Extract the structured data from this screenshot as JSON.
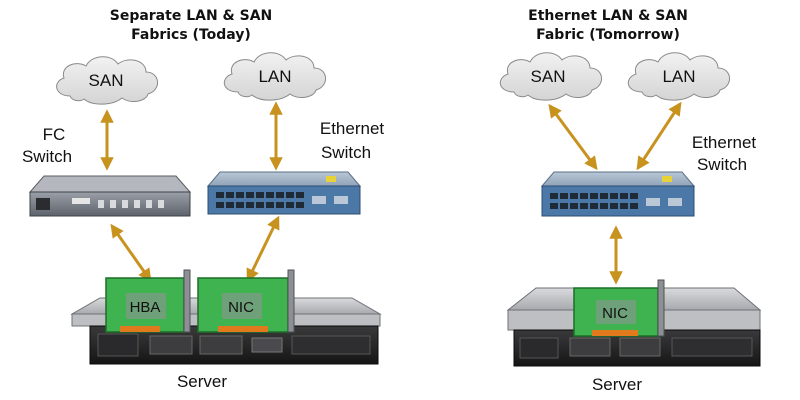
{
  "left": {
    "title_line1": "Separate LAN & SAN",
    "title_line2": "Fabrics (Today)",
    "san_cloud": "SAN",
    "lan_cloud": "LAN",
    "fc_switch_line1": "FC",
    "fc_switch_line2": "Switch",
    "ethernet_switch_line1": "Ethernet",
    "ethernet_switch_line2": "Switch",
    "hba_card": "HBA",
    "nic_card": "NIC",
    "server": "Server"
  },
  "right": {
    "title_line1": "Ethernet LAN & SAN",
    "title_line2": "Fabric (Tomorrow)",
    "san_cloud": "SAN",
    "lan_cloud": "LAN",
    "ethernet_switch_line1": "Ethernet",
    "ethernet_switch_line2": "Switch",
    "nic_card": "NIC",
    "server": "Server"
  },
  "colors": {
    "arrow": "#c8921f",
    "card": "#3fb34f",
    "switch_body": "#4b78a6",
    "cloud": "#e4e4e4"
  }
}
